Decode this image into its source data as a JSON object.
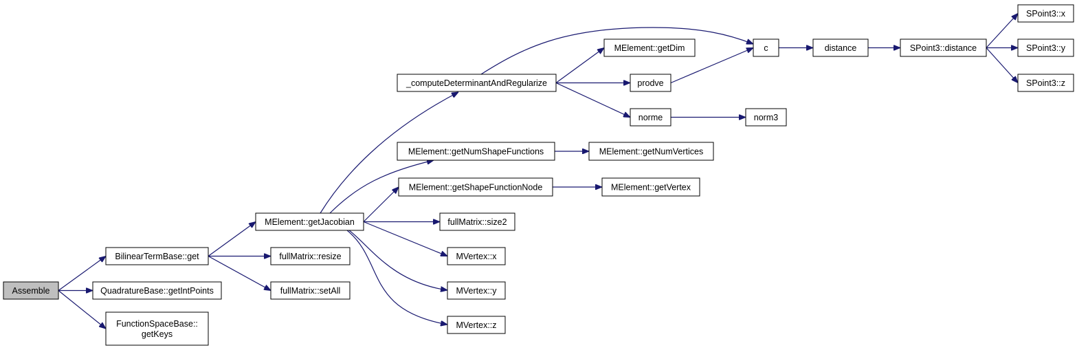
{
  "graph": {
    "colors": {
      "edge": "#191970",
      "node_fill": "#ffffff",
      "root_fill": "#bfbfbf",
      "border": "#000000"
    },
    "nodes": [
      {
        "id": "assemble",
        "lines": [
          "Assemble"
        ],
        "root": true
      },
      {
        "id": "bilinear_get",
        "lines": [
          "BilinearTermBase::get"
        ]
      },
      {
        "id": "quad_getintpoints",
        "lines": [
          "QuadratureBase::getIntPoints"
        ]
      },
      {
        "id": "fsb_getkeys",
        "lines": [
          "FunctionSpaceBase::",
          "getKeys"
        ]
      },
      {
        "id": "melement_getjacobian",
        "lines": [
          "MElement::getJacobian"
        ]
      },
      {
        "id": "fullmatrix_resize",
        "lines": [
          "fullMatrix::resize"
        ]
      },
      {
        "id": "fullmatrix_setall",
        "lines": [
          "fullMatrix::setAll"
        ]
      },
      {
        "id": "compute_det",
        "lines": [
          "_computeDeterminantAndRegularize"
        ]
      },
      {
        "id": "melement_getnumshapefunctions",
        "lines": [
          "MElement::getNumShapeFunctions"
        ]
      },
      {
        "id": "melement_getshapefunctionnode",
        "lines": [
          "MElement::getShapeFunctionNode"
        ]
      },
      {
        "id": "fullmatrix_size2",
        "lines": [
          "fullMatrix::size2"
        ]
      },
      {
        "id": "mvertex_x",
        "lines": [
          "MVertex::x"
        ]
      },
      {
        "id": "mvertex_y",
        "lines": [
          "MVertex::y"
        ]
      },
      {
        "id": "mvertex_z",
        "lines": [
          "MVertex::z"
        ]
      },
      {
        "id": "melement_getdim",
        "lines": [
          "MElement::getDim"
        ]
      },
      {
        "id": "prodve",
        "lines": [
          "prodve"
        ]
      },
      {
        "id": "norme",
        "lines": [
          "norme"
        ]
      },
      {
        "id": "c",
        "lines": [
          "c"
        ]
      },
      {
        "id": "norm3",
        "lines": [
          "norm3"
        ]
      },
      {
        "id": "melement_getnumvertices",
        "lines": [
          "MElement::getNumVertices"
        ]
      },
      {
        "id": "melement_getvertex",
        "lines": [
          "MElement::getVertex"
        ]
      },
      {
        "id": "distance",
        "lines": [
          "distance"
        ]
      },
      {
        "id": "spoint3_distance",
        "lines": [
          "SPoint3::distance"
        ]
      },
      {
        "id": "spoint3_x",
        "lines": [
          "SPoint3::x"
        ]
      },
      {
        "id": "spoint3_y",
        "lines": [
          "SPoint3::y"
        ]
      },
      {
        "id": "spoint3_z",
        "lines": [
          "SPoint3::z"
        ]
      }
    ],
    "edges": [
      [
        "assemble",
        "bilinear_get"
      ],
      [
        "assemble",
        "quad_getintpoints"
      ],
      [
        "assemble",
        "fsb_getkeys"
      ],
      [
        "bilinear_get",
        "melement_getjacobian"
      ],
      [
        "bilinear_get",
        "fullmatrix_resize"
      ],
      [
        "bilinear_get",
        "fullmatrix_setall"
      ],
      [
        "melement_getjacobian",
        "compute_det"
      ],
      [
        "melement_getjacobian",
        "melement_getnumshapefunctions"
      ],
      [
        "melement_getjacobian",
        "melement_getshapefunctionnode"
      ],
      [
        "melement_getjacobian",
        "fullmatrix_size2"
      ],
      [
        "melement_getjacobian",
        "mvertex_x"
      ],
      [
        "melement_getjacobian",
        "mvertex_y"
      ],
      [
        "melement_getjacobian",
        "mvertex_z"
      ],
      [
        "compute_det",
        "c"
      ],
      [
        "compute_det",
        "melement_getdim"
      ],
      [
        "compute_det",
        "prodve"
      ],
      [
        "compute_det",
        "norme"
      ],
      [
        "prodve",
        "c"
      ],
      [
        "norme",
        "norm3"
      ],
      [
        "c",
        "distance"
      ],
      [
        "distance",
        "spoint3_distance"
      ],
      [
        "spoint3_distance",
        "spoint3_x"
      ],
      [
        "spoint3_distance",
        "spoint3_y"
      ],
      [
        "spoint3_distance",
        "spoint3_z"
      ],
      [
        "melement_getnumshapefunctions",
        "melement_getnumvertices"
      ],
      [
        "melement_getshapefunctionnode",
        "melement_getvertex"
      ]
    ]
  }
}
